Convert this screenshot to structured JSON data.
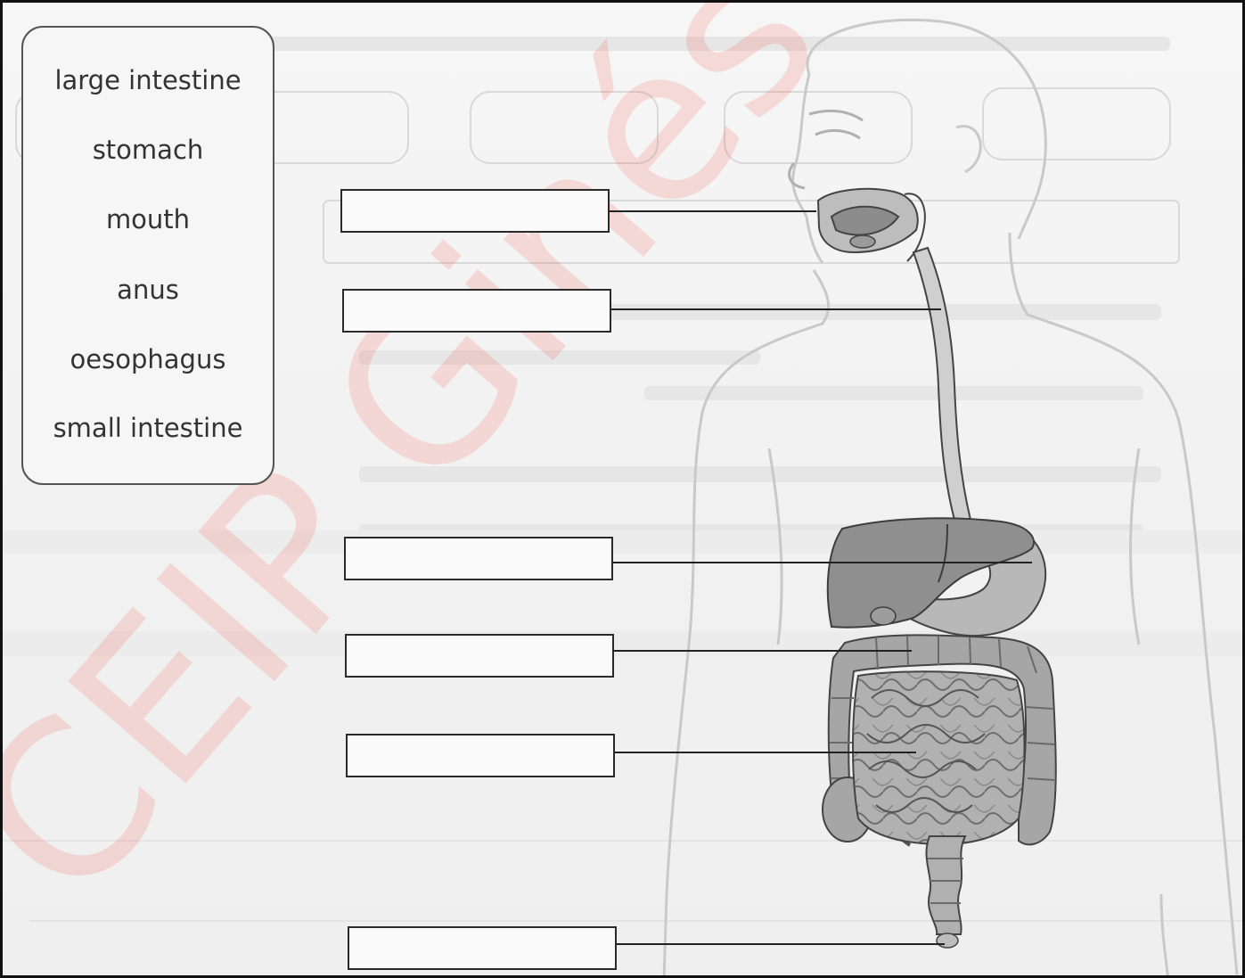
{
  "word_bank": {
    "words": [
      "large intestine",
      "stomach",
      "mouth",
      "anus",
      "oesophagus",
      "small intestine"
    ]
  },
  "answer_boxes": [
    {
      "points_to": "mouth",
      "value": ""
    },
    {
      "points_to": "oesophagus",
      "value": ""
    },
    {
      "points_to": "stomach",
      "value": ""
    },
    {
      "points_to": "large intestine",
      "value": ""
    },
    {
      "points_to": "small intestine",
      "value": ""
    },
    {
      "points_to": "anus",
      "value": ""
    }
  ],
  "watermark": {
    "text": "CEIP Ginés"
  },
  "colors": {
    "organ_fill": "#aaaaaa",
    "liver_fill": "#8f8f8f",
    "outline": "#444444",
    "watermark": "#f03a26",
    "body_outline": "#c8c8c8"
  }
}
